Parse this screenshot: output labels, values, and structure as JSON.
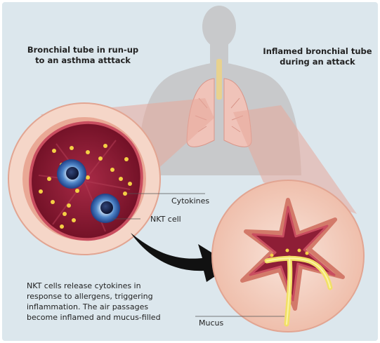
{
  "titles": {
    "left": "Bronchial tube in run-up\nto an asthma atttack",
    "right": "Inflamed bronchial tube\nduring an attack"
  },
  "labels": {
    "cytokines": "Cytokines",
    "nkt_cell": "NKT cell",
    "mucus": "Mucus"
  },
  "caption": "NKT cells release cytokines in\nresponse to allergens, triggering\ninflammation. The air passages\nbecome inflamed and mucus-filled",
  "colors": {
    "background": "#dce7ed",
    "silhouette": "#c8c9cb",
    "tissue_outer": "#f3cfc0",
    "tissue_ring": "#e6a593",
    "lumen": "#8e1e36",
    "mucus": "#f2e066",
    "cytokine_dot": "#f4cf45",
    "nkt_cell": "#4f86c8",
    "arrow": "#111111"
  },
  "icons": {
    "transition_arrow": "curved-arrow-icon"
  }
}
